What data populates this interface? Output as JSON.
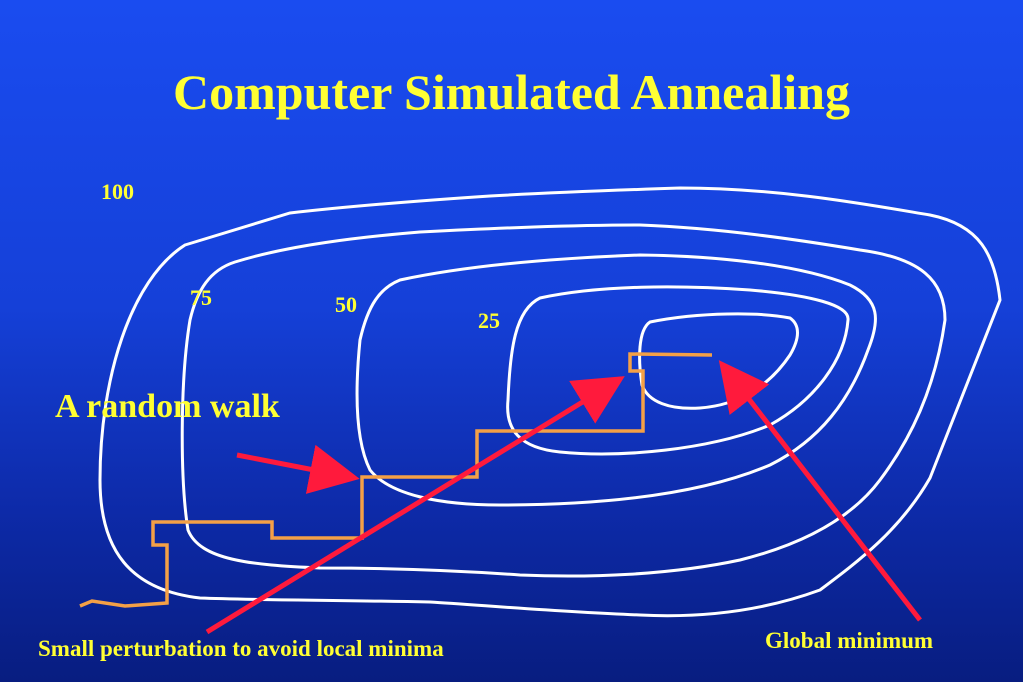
{
  "slide": {
    "title": "Computer Simulated Annealing"
  },
  "contour_labels": [
    "100",
    "75",
    "50",
    "25"
  ],
  "annotations": {
    "random_walk": "A random walk",
    "perturbation": "Small perturbation to avoid local minima",
    "global_minimum": "Global minimum"
  },
  "colors": {
    "background": "#1540d8",
    "title_text": "#ffff33",
    "contour_lines": "#ffffff",
    "walk_path": "#f4a046",
    "arrows": "#ff1a3c"
  }
}
